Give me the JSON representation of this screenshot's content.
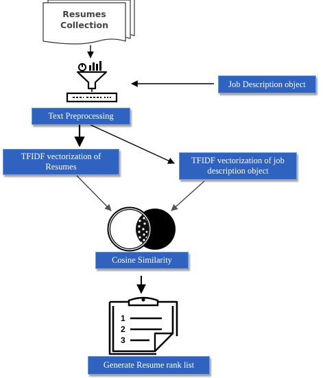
{
  "diagram": {
    "nodes": {
      "resumes_collection": {
        "line1": "Resumes",
        "line2": "Collection"
      },
      "job_description": {
        "label": "Job Description object"
      },
      "text_preprocessing": {
        "label": "Text Preprocessing"
      },
      "tfidf_resumes": {
        "line1": "TFIDF vectorization  of",
        "line2": "Resumes"
      },
      "tfidf_job": {
        "line1": "TFIDF vectorization  of job",
        "line2": "description object"
      },
      "cosine_similarity": {
        "label": "Cosine Similarity"
      },
      "rank_list": {
        "label": "Generate Resume rank list"
      }
    },
    "icons": [
      "stacked-documents-icon",
      "funnel-filter-icon",
      "venn-diagram-icon",
      "clipboard-list-icon"
    ],
    "colors": {
      "box_fill": "#2f63bf",
      "box_text": "#ffffff",
      "arrow": "#000000",
      "arrow_light": "#555555"
    }
  }
}
